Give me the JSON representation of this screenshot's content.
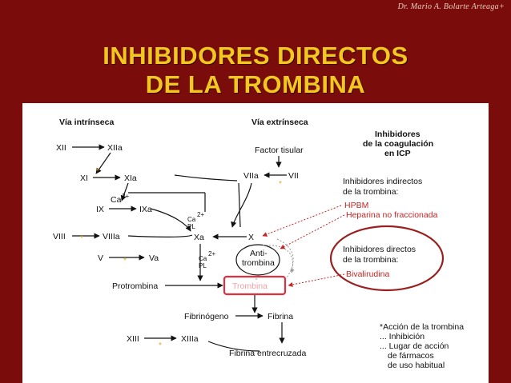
{
  "header": {
    "author": "Dr. Mario A. Bolarte Arteaga+"
  },
  "title": {
    "line1": "INHIBIDORES DIRECTOS",
    "line2": "DE LA TROMBINA"
  },
  "diagram": {
    "via_intrinseca": "Vía intrínseca",
    "via_extrinseca": "Vía extrínseca",
    "inhibitors_header": [
      "Inhibidores",
      "de la coagulación",
      "en ICP"
    ],
    "factors": {
      "xii": "XII",
      "xiia": "XIIa",
      "xi": "XI",
      "xia": "XIa",
      "ix": "IX",
      "ixa": "IXa",
      "viii": "VIII",
      "viiia": "VIIIa",
      "v": "V",
      "va": "Va",
      "x": "X",
      "xa": "Xa",
      "vii": "VII",
      "viia": "VIIa",
      "factor_tisular": "Factor tisular",
      "ca": "Ca",
      "ca_sup": "2+",
      "pl": "PL",
      "protrombina": "Protrombina",
      "trombina": "Trombina",
      "antitrombina_1": "Anti-",
      "antitrombina_2": "trombina",
      "fibrinogeno": "Fibrinógeno",
      "fibrina": "Fibrina",
      "xiii": "XIII",
      "xiiia": "XIIIa",
      "fibrina_entrecruzada": "Fibrina entrecruzada"
    },
    "indirect": {
      "line1": "Inhibidores indirectos",
      "line2": "de la trombina:",
      "hpbm": "HPBM",
      "heparina": "Heparina no fraccionada"
    },
    "direct": {
      "line1": "Inhibidores directos",
      "line2": "de la trombina:",
      "drug": "Bivalirudina"
    },
    "legend": {
      "line1": "*Acción de la trombina",
      "line2": "... Inhibición",
      "line3": "... Lugar de acción",
      "line4": "de fármacos",
      "line5": "de uso habitual"
    },
    "colors": {
      "background": "#7a0c0c",
      "title": "#f2c81e",
      "accent_red": "#c22626",
      "highlight": "#e03040"
    }
  }
}
